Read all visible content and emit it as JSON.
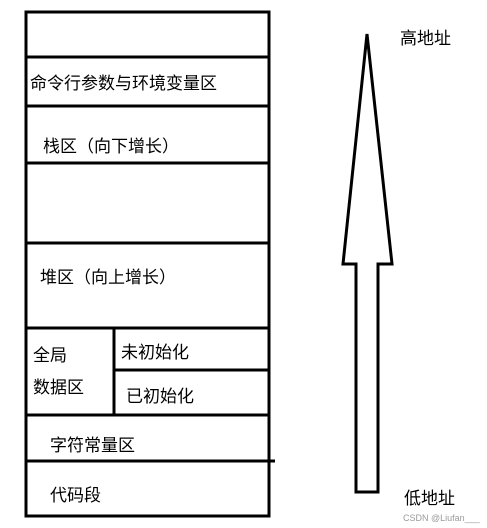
{
  "diagram": {
    "segments": {
      "top_blank": "",
      "cmdline_env": "命令行参数与环境变量区",
      "stack": "栈区（向下增长）",
      "gap": "",
      "heap": "堆区（向上增长）",
      "global_label_line1": "全局",
      "global_label_line2": "数据区",
      "uninitialized": "未初始化",
      "initialized": "已初始化",
      "string_constants": "字符常量区",
      "code": "代码段"
    },
    "arrow": {
      "high_label": "高地址",
      "low_label": "低地址"
    },
    "watermark": "CSDN @Liufan___"
  }
}
